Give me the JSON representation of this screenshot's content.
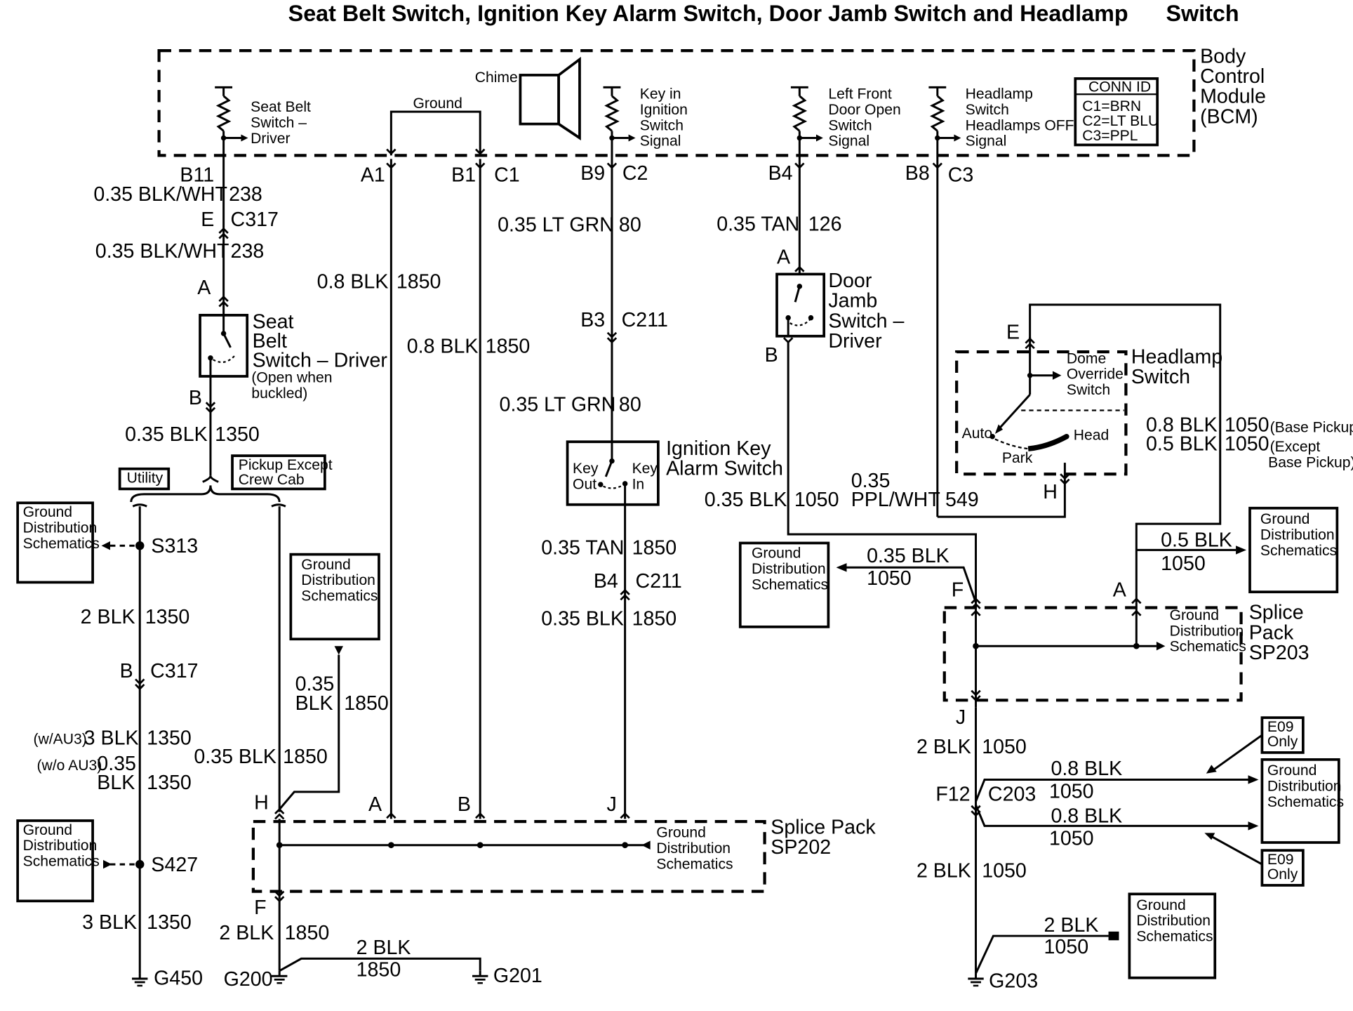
{
  "title": "Seat Belt Switch, Ignition Key Alarm Switch, Door Jamb Switch and Headlamp      Switch",
  "bcm": {
    "label_lines": [
      "Body",
      "Control",
      "Module",
      "(BCM)"
    ],
    "seat_belt_lines": [
      "Seat Belt",
      "Switch –",
      "Driver"
    ],
    "ground": "Ground",
    "chime": "Chime",
    "key_in_lines": [
      "Key in",
      "Ignition",
      "Switch",
      "Signal"
    ],
    "door_open_lines": [
      "Left Front",
      "Door Open",
      "Switch",
      "Signal"
    ],
    "headlamp_lines": [
      "Headlamp",
      "Switch",
      "Headlamps OFF",
      "Signal"
    ],
    "conn_id": {
      "title": "CONN ID",
      "lines": [
        "C1=BRN",
        "C2=LT BLU",
        "C3=PPL"
      ]
    }
  },
  "terminals": {
    "b11": "B11",
    "a1": "A1",
    "b1": "B1",
    "c1": "C1",
    "b9": "B9",
    "c2": "C2",
    "b4": "B4",
    "b8": "B8",
    "c3": "C3"
  },
  "wires": {
    "blkwht": "0.35 BLK/WHT",
    "n238": "238",
    "e": "E",
    "c317": "C317",
    "blk08": "0.8 BLK",
    "n1850": "1850",
    "ltgrn": "0.35 LT GRN",
    "n80": "80",
    "b3": "B3",
    "c211": "C211",
    "tan": "0.35 TAN",
    "n126": "126",
    "a": "A",
    "b": "B",
    "blk035": "0.35 BLK",
    "n1350": "1350",
    "n1050": "1050",
    "p035": "0.35",
    "pplwht": "PPL/WHT",
    "n549": "549",
    "b4": "B4",
    "blk2": "2 BLK",
    "blk3": "3 BLK",
    "wau3": "(w/AU3)",
    "woau3": "(w/o AU3)",
    "blk05": "0.5 BLK",
    "base_pickup": "(Base Pickup)",
    "except_lines": [
      "(Except",
      "Base Pickup)"
    ],
    "blk_word": "BLK",
    "f": "F",
    "h": "H",
    "j": "J",
    "f12": "F12",
    "c203": "C203",
    "e09_lines": [
      "E09",
      "Only"
    ]
  },
  "components": {
    "seat_belt_lines": [
      "Seat",
      "Belt",
      "Switch – Driver"
    ],
    "seat_belt_note": [
      "(Open when",
      "buckled)"
    ],
    "door_jamb_lines": [
      "Door",
      "Jamb",
      "Switch –",
      "Driver"
    ],
    "ignition_lines": [
      "Ignition Key",
      "Alarm Switch"
    ],
    "key_out": [
      "Key",
      "Out"
    ],
    "key_in": [
      "Key",
      "In"
    ],
    "headlamp_lines": [
      "Headlamp",
      "Switch"
    ],
    "dome_lines": [
      "Dome",
      "Override",
      "Switch"
    ],
    "auto": "Auto",
    "head": "Head",
    "park": "Park",
    "utility": "Utility",
    "pickup_lines": [
      "Pickup Except",
      "Crew Cab"
    ]
  },
  "splices": {
    "s313": "S313",
    "s427": "S427",
    "sp202_lines": [
      "Splice Pack",
      "SP202"
    ],
    "sp203_lines": [
      "Splice",
      "Pack",
      "SP203"
    ]
  },
  "grounds": {
    "g450": "G450",
    "g200": "G200",
    "g201": "G201",
    "g203": "G203"
  },
  "gds_lines": [
    "Ground",
    "Distribution",
    "Schematics"
  ]
}
